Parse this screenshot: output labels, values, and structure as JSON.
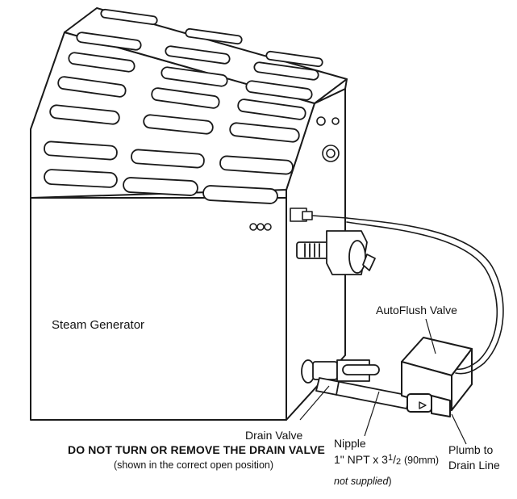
{
  "labels": {
    "steam_generator": "Steam Generator",
    "autoflush_valve": "AutoFlush Valve",
    "drain_valve": "Drain Valve",
    "drain_warning": "DO NOT TURN OR REMOVE THE DRAIN VALVE",
    "drain_position_note": "(shown in the correct open position)",
    "nipple": "Nipple",
    "nipple_spec_prefix": "1\" NPT x 3",
    "nipple_frac_num": "1",
    "nipple_frac_den": "2",
    "nipple_metric": "(90mm)",
    "not_supplied": "not supplied",
    "not_supplied_paren": ")",
    "plumb_to": "Plumb to",
    "drain_line": "Drain Line"
  },
  "colors": {
    "line": "#1a1a1a",
    "fill": "#ffffff",
    "shade": "#d9d9d9"
  },
  "icons": {
    "status_lights": "three-led-indicator"
  }
}
